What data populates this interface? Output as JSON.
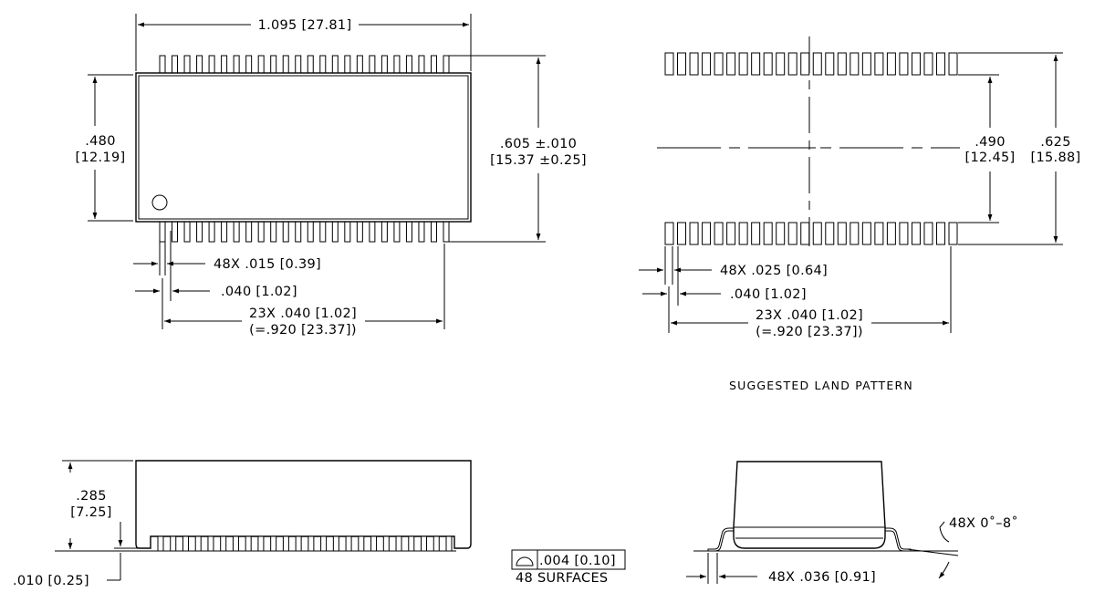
{
  "top_view": {
    "overall_length": "1.095 [27.81]",
    "body_width_in": ".480",
    "body_width_mm": "[12.19]",
    "lead_span_in": ".605 ±.010",
    "lead_span_mm": "[15.37 ±0.25]",
    "lead_width": "48X .015 [0.39]",
    "pitch": ".040 [1.02]",
    "total_pitch_1": "23X .040 [1.02]",
    "total_pitch_2": "(=.920 [23.37])",
    "pins_per_side": 24
  },
  "land_pattern": {
    "inner_span_in": ".490",
    "inner_span_mm": "[12.45]",
    "outer_span_in": ".625",
    "outer_span_mm": "[15.88]",
    "pad_width": "48X .025 [0.64]",
    "pitch": ".040 [1.02]",
    "total_pitch_1": "23X .040 [1.02]",
    "total_pitch_2": "(=.920 [23.37])",
    "caption": "SUGGESTED LAND PATTERN",
    "pads_per_side": 24
  },
  "side_view": {
    "height_in": ".285",
    "height_mm": "[7.25]",
    "standoff": ".010 [0.25]",
    "coplanarity_value": ".004 [0.10]",
    "coplanarity_note": "48 SURFACES"
  },
  "end_view": {
    "angle": "48X 0˚–8˚",
    "foot_length": "48X .036 [0.91]"
  },
  "colors": {
    "ink": "#000000",
    "paper": "#ffffff"
  }
}
